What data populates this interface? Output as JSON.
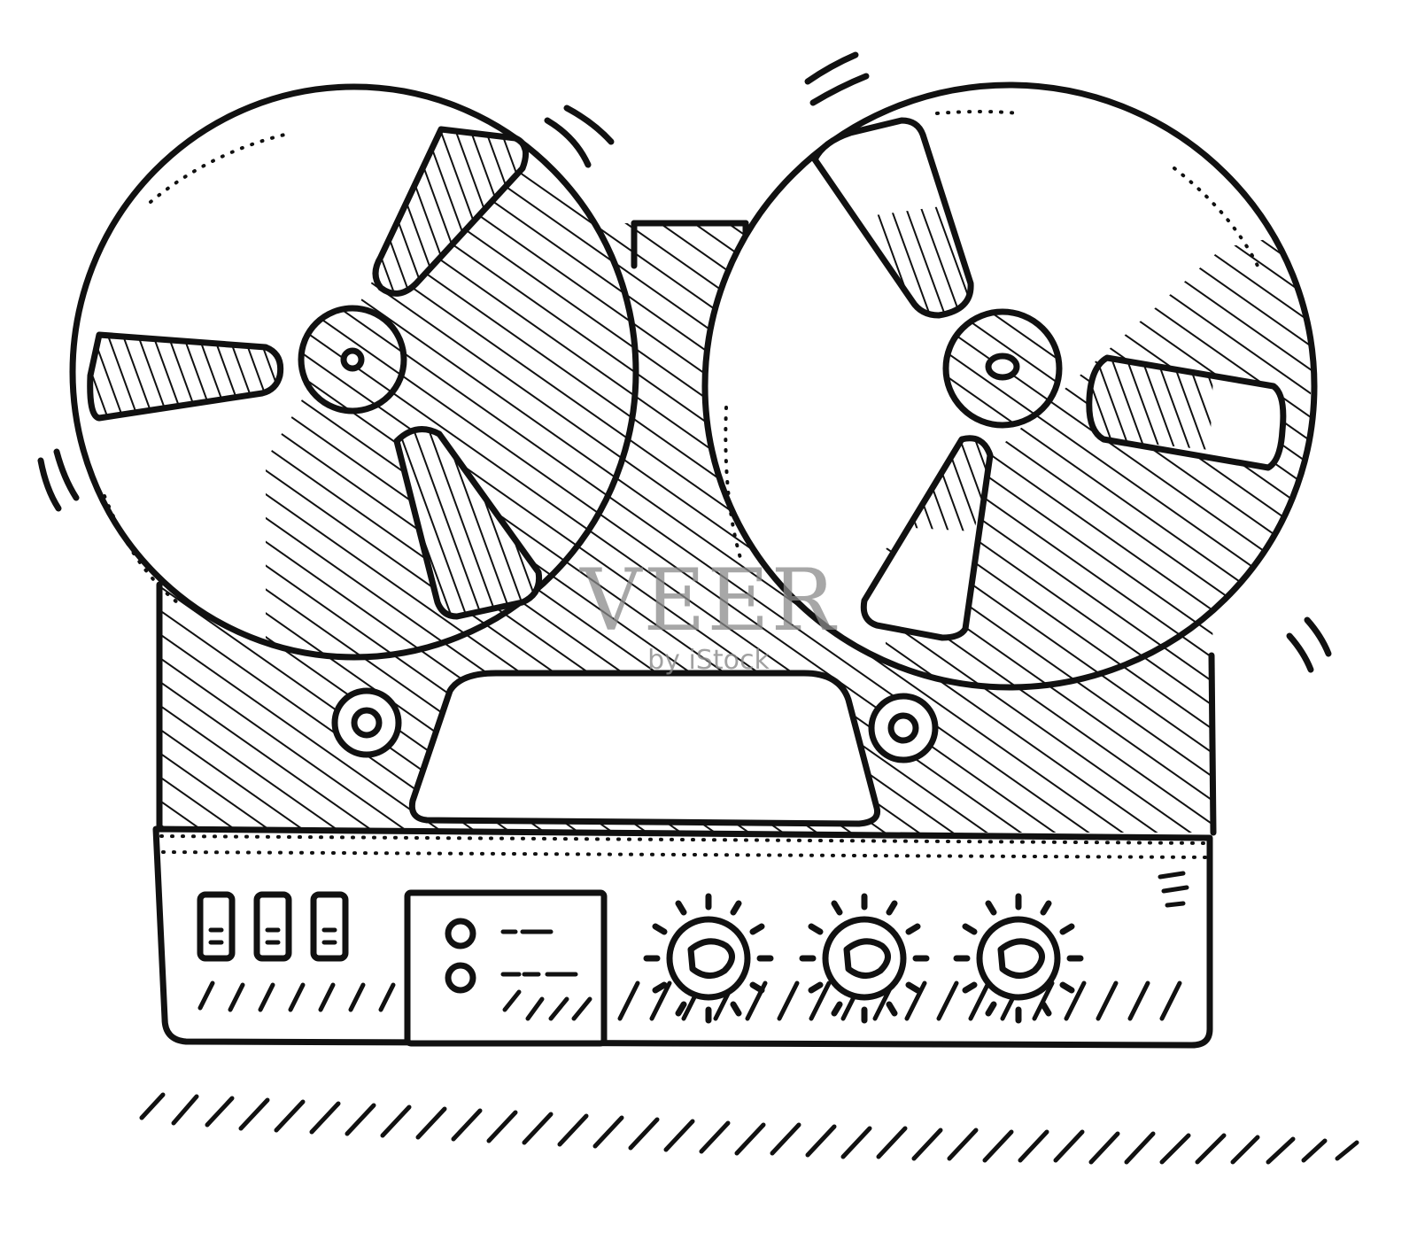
{
  "illustration": {
    "subject": "reel-to-reel-tape-recorder",
    "ink_color": "#111111",
    "background_color": "#ffffff",
    "icons": [
      "reel-icon",
      "knob-icon",
      "switch-icon",
      "indicator-light-icon"
    ]
  },
  "watermark": {
    "main_text": "VEER",
    "sub_text": "by iStock",
    "color": "#8a8a8a"
  }
}
